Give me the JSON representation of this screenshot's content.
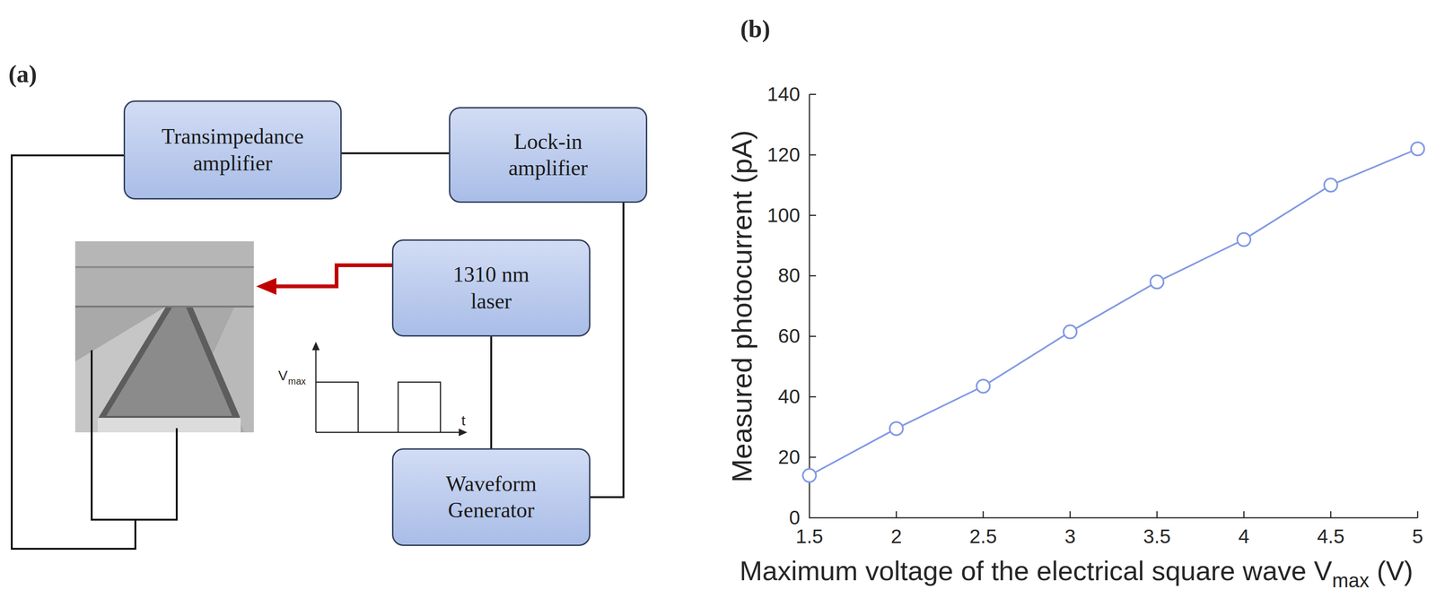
{
  "diagram": {
    "nodes": [
      {
        "text": [
          "Transimpedance amplifier"
        ]
      },
      {
        "text": [
          "Lock-in amplifier"
        ]
      },
      {
        "text": [
          "1310 nm laser"
        ]
      },
      {
        "text": [
          "Waveform Generator"
        ]
      }
    ],
    "edges": [
      {
        "from": 0,
        "to": 1,
        "arrow": "none"
      },
      {
        "from": 3,
        "to": 1,
        "arrow": "none"
      },
      {
        "from": 3,
        "to": 2,
        "arrow": "none"
      }
    ],
    "labels": [
      "(a)",
      "(b)",
      "V",
      "max",
      "t",
      "140",
      "120",
      "100",
      "80",
      "60",
      "40",
      "20",
      "0",
      "1.5",
      "2",
      "2.5",
      "3",
      "3.5",
      "4",
      "4.5",
      "5",
      "Measured photocurrent (pA)",
      "Maximum voltage of the electrical square wave V",
      "max",
      "(V)"
    ]
  }
}
